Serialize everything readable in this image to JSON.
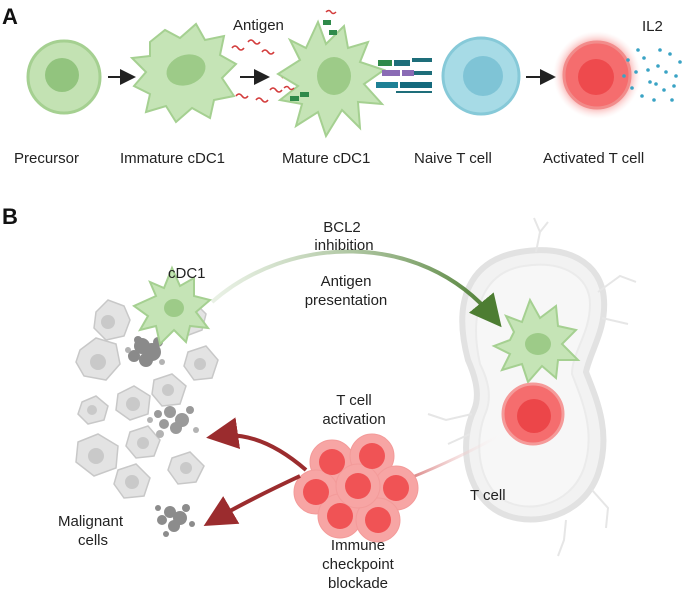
{
  "panel_a": {
    "letter": "A",
    "labels": {
      "precursor": "Precursor",
      "immature": "Immature cDC1",
      "mature": "Mature cDC1",
      "naive": "Naive T cell",
      "activated": "Activated T cell",
      "antigen": "Antigen",
      "il2": "IL2"
    }
  },
  "panel_b": {
    "letter": "B",
    "labels": {
      "cdc1": "cDC1",
      "bcl2_line1": "BCL2",
      "bcl2_line2": "inhibition",
      "antigen_line1": "Antigen",
      "antigen_line2": "presentation",
      "tact_line1": "T cell",
      "tact_line2": "activation",
      "tcell": "T cell",
      "malignant_line1": "Malignant",
      "malignant_line2": "cells",
      "icb_line1": "Immune",
      "icb_line2": "checkpoint",
      "icb_line3": "blockade"
    }
  },
  "colors": {
    "dc_green": "#b9dba6",
    "dc_green_dark": "#8cc07a",
    "naive_blue": "#a7dbe6",
    "tcell_red": "#f2696b",
    "tcell_red_light": "#fbb6b4",
    "arrow_green": "#4d7d32",
    "arrow_red": "#9b2c2e",
    "malignant_gray": "#d9d9d9"
  }
}
